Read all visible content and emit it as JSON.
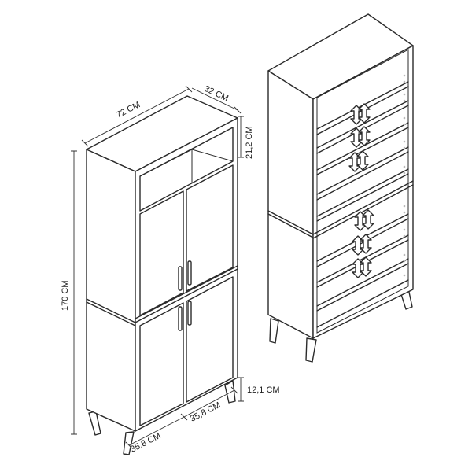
{
  "dimensions": {
    "width": "72 CM",
    "depth": "32 CM",
    "height": "170 CM",
    "shelf_opening": "21,2 CM",
    "door_left": "35.8 CM",
    "door_right": "35,8 CM",
    "leg_height": "12,1 CM"
  },
  "colors": {
    "line": "#2b2b2b",
    "background": "#ffffff",
    "arrow_fill": "#ffffff"
  },
  "icons": [
    "arrow-up-down-icon"
  ]
}
